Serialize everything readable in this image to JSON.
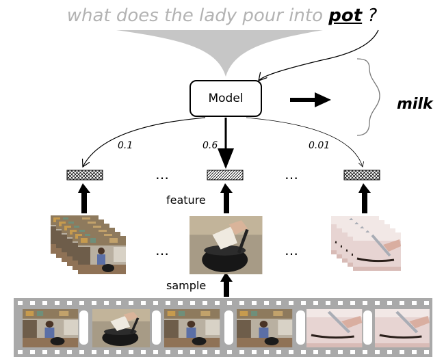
{
  "question": {
    "prefix": "what does the lady pour into",
    "keyword": "pot",
    "suffix": "?"
  },
  "model": {
    "label": "Model"
  },
  "answer": {
    "label": "milk"
  },
  "weights": [
    "0.1",
    "0.6",
    "0.01"
  ],
  "labels": {
    "feature": "feature",
    "sample": "sample",
    "ellipsis": "…"
  },
  "colors": {
    "question_text": "#b3b3b3",
    "funnel": "#c6c6c6",
    "line": "#000000",
    "film_strip": "#a9a9a9"
  }
}
